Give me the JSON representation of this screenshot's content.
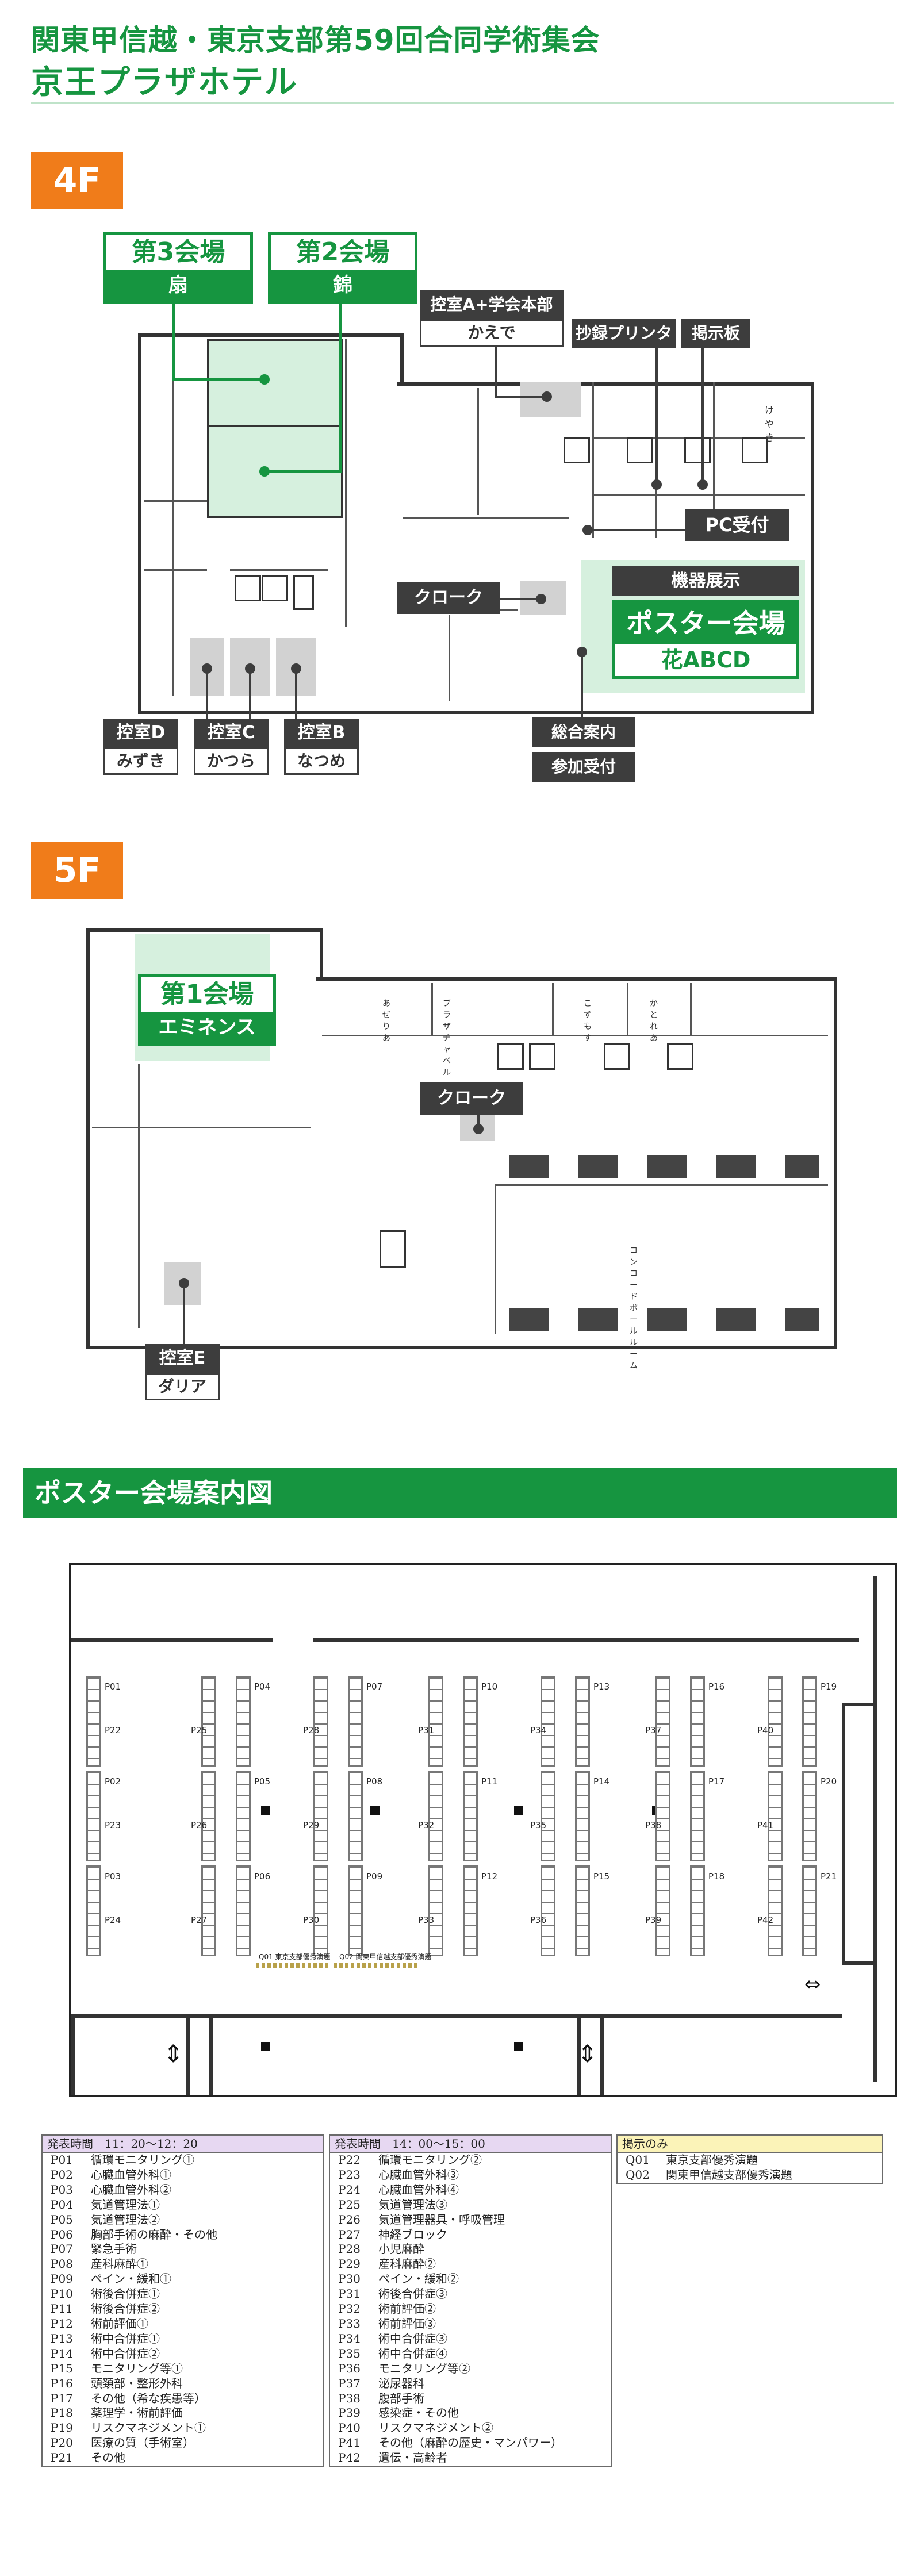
{
  "header": {
    "line1": "関東甲信越・東京支部第59回合同学術集会",
    "line2": "京王プラザホテル"
  },
  "floor4": {
    "tag": "4F",
    "hall3": {
      "title": "第3会場",
      "sub": "扇"
    },
    "hall2": {
      "title": "第2会場",
      "sub": "錦"
    },
    "poster": {
      "equipment": "機器展示",
      "title": "ポスター会場",
      "sub": "花ABCD"
    },
    "room_a": {
      "title": "控室A+学会本部",
      "sub": "かえで"
    },
    "printer": "抄録プリンタ",
    "board": "掲示板",
    "pc": "PC受付",
    "cloak": "クローク",
    "info": "総合案内",
    "reception": "参加受付",
    "room_d": {
      "title": "控室D",
      "sub": "みずき"
    },
    "room_c": {
      "title": "控室C",
      "sub": "かつら"
    },
    "room_b": {
      "title": "控室B",
      "sub": "なつめ"
    },
    "map_text": "けやき"
  },
  "floor5": {
    "tag": "5F",
    "hall1": {
      "title": "第1会場",
      "sub": "エミネンス"
    },
    "cloak": "クローク",
    "room_e": {
      "title": "控室E",
      "sub": "ダリア"
    },
    "map_rooms": [
      "あぜりあ",
      "ブラザチャペル",
      "こずもす",
      "かとれあ"
    ],
    "map_hall": "コンコードボールルーム"
  },
  "poster_section": {
    "title": "ポスター会場案内図",
    "columns": [
      {
        "top": [
          "P01",
          "P02",
          "P03"
        ],
        "bottom": [
          "P22",
          "P23",
          "P24"
        ]
      },
      {
        "top": [
          "P04",
          "P05",
          "P06"
        ],
        "bottom": [
          "P25",
          "P26",
          "P27"
        ]
      },
      {
        "top": [
          "P07",
          "P08",
          "P09"
        ],
        "bottom": [
          "P28",
          "P29",
          "P30"
        ]
      },
      {
        "top": [
          "P10",
          "P11",
          "P12"
        ],
        "bottom": [
          "P31",
          "P32",
          "P33"
        ]
      },
      {
        "top": [
          "P13",
          "P14",
          "P15"
        ],
        "bottom": [
          "P34",
          "P35",
          "P36"
        ]
      },
      {
        "top": [
          "P16",
          "P17",
          "P18"
        ],
        "bottom": [
          "P37",
          "P38",
          "P39"
        ]
      },
      {
        "top": [
          "P19",
          "P20",
          "P21"
        ],
        "bottom": [
          "P40",
          "P41",
          "P42"
        ]
      }
    ],
    "q01": "Q01 東京支部優秀演題",
    "q02": "Q02 関東甲信越支部優秀演題"
  },
  "session1": {
    "header": "発表時間　11：20〜12：20",
    "items": [
      [
        "P01",
        "循環モニタリング①"
      ],
      [
        "P02",
        "心臓血管外科①"
      ],
      [
        "P03",
        "心臓血管外科②"
      ],
      [
        "P04",
        "気道管理法①"
      ],
      [
        "P05",
        "気道管理法②"
      ],
      [
        "P06",
        "胸部手術の麻酔・その他"
      ],
      [
        "P07",
        "緊急手術"
      ],
      [
        "P08",
        "産科麻酔①"
      ],
      [
        "P09",
        "ペイン・緩和①"
      ],
      [
        "P10",
        "術後合併症①"
      ],
      [
        "P11",
        "術後合併症②"
      ],
      [
        "P12",
        "術前評価①"
      ],
      [
        "P13",
        "術中合併症①"
      ],
      [
        "P14",
        "術中合併症②"
      ],
      [
        "P15",
        "モニタリング等①"
      ],
      [
        "P16",
        "頭頚部・整形外科"
      ],
      [
        "P17",
        "その他（希な疾患等）"
      ],
      [
        "P18",
        "薬理学・術前評価"
      ],
      [
        "P19",
        "リスクマネジメント①"
      ],
      [
        "P20",
        "医療の質（手術室）"
      ],
      [
        "P21",
        "その他"
      ]
    ]
  },
  "session2": {
    "header": "発表時間　14：00〜15：00",
    "items": [
      [
        "P22",
        "循環モニタリング②"
      ],
      [
        "P23",
        "心臓血管外科③"
      ],
      [
        "P24",
        "心臓血管外科④"
      ],
      [
        "P25",
        "気道管理法③"
      ],
      [
        "P26",
        "気道管理器具・呼吸管理"
      ],
      [
        "P27",
        "神経ブロック"
      ],
      [
        "P28",
        "小児麻酔"
      ],
      [
        "P29",
        "産科麻酔②"
      ],
      [
        "P30",
        "ペイン・緩和②"
      ],
      [
        "P31",
        "術後合併症③"
      ],
      [
        "P32",
        "術前評価②"
      ],
      [
        "P33",
        "術前評価③"
      ],
      [
        "P34",
        "術中合併症③"
      ],
      [
        "P35",
        "術中合併症④"
      ],
      [
        "P36",
        "モニタリング等②"
      ],
      [
        "P37",
        "泌尿器科"
      ],
      [
        "P38",
        "腹部手術"
      ],
      [
        "P39",
        "感染症・その他"
      ],
      [
        "P40",
        "リスクマネジメント②"
      ],
      [
        "P41",
        "その他（麻酔の歴史・マンパワー）"
      ],
      [
        "P42",
        "遺伝・高齢者"
      ]
    ]
  },
  "board_only": {
    "header": "掲示のみ",
    "items": [
      [
        "Q01",
        "東京支部優秀演題"
      ],
      [
        "Q02",
        "関東甲信越支部優秀演題"
      ]
    ]
  },
  "colors": {
    "green": "#169540",
    "orange": "#f07c1a",
    "dark": "#3d3d3d",
    "mint": "#d6f0de",
    "lavender": "#e7d8f2",
    "yellow": "#fbf3b8"
  }
}
